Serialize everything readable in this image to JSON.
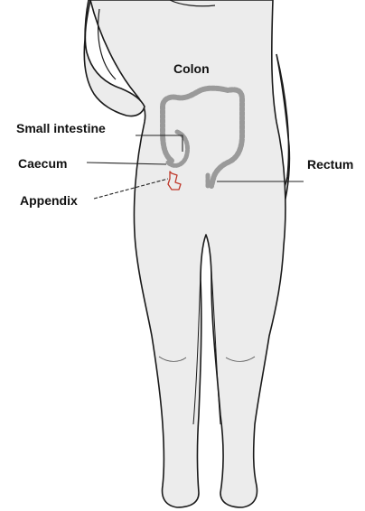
{
  "labels": {
    "colon": "Colon",
    "small_intestine": "Small intestine",
    "caecum": "Caecum",
    "appendix": "Appendix",
    "rectum": "Rectum"
  },
  "colors": {
    "body_fill": "#ececec",
    "body_outline": "#1a1a1a",
    "bowel": "#9a9a9a",
    "appendix": "#c0392b",
    "leader_line": "#222222"
  }
}
